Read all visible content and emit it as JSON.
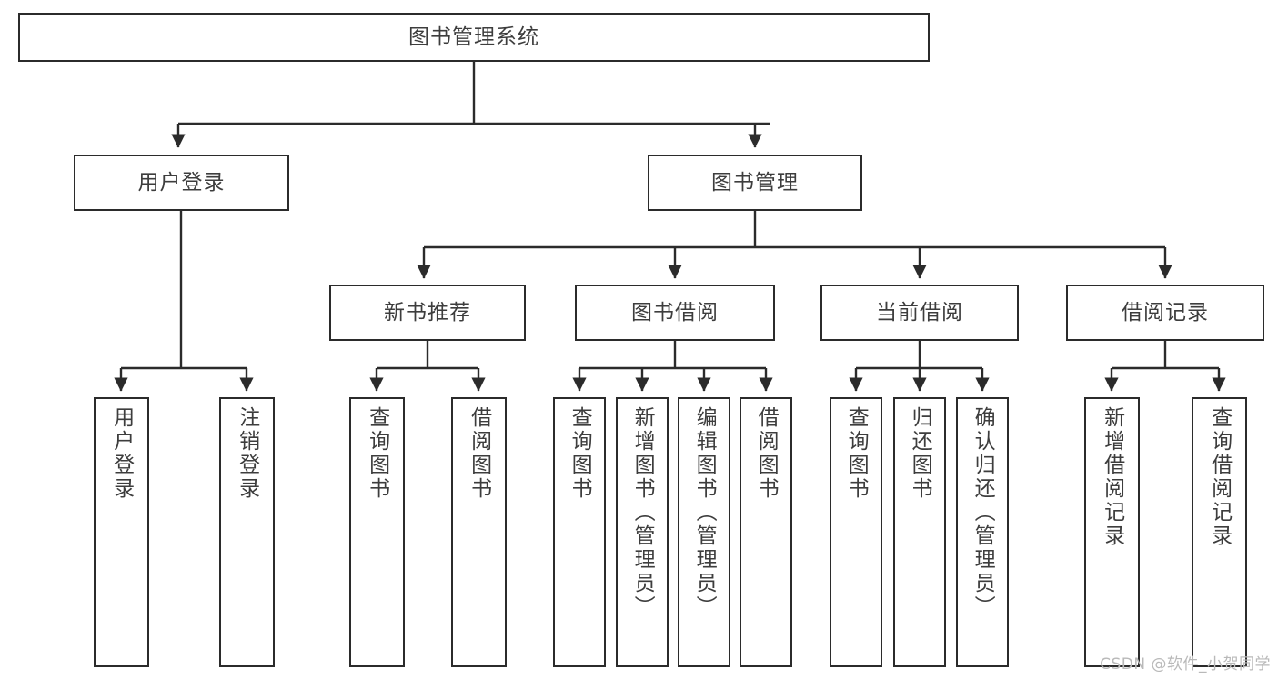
{
  "diagram": {
    "title": "图书管理系统",
    "type": "tree-hierarchy-diagram",
    "root": {
      "label": "图书管理系统"
    },
    "level2": [
      {
        "label": "用户登录"
      },
      {
        "label": "图书管理"
      }
    ],
    "level3": [
      {
        "label": "新书推荐"
      },
      {
        "label": "图书借阅"
      },
      {
        "label": "当前借阅"
      },
      {
        "label": "借阅记录"
      }
    ],
    "leaves": [
      {
        "label": "用户登录"
      },
      {
        "label": "注销登录"
      },
      {
        "label": "查询图书"
      },
      {
        "label": "借阅图书"
      },
      {
        "label": "查询图书"
      },
      {
        "label": "新增图书（管理员）"
      },
      {
        "label": "编辑图书（管理员）"
      },
      {
        "label": "借阅图书"
      },
      {
        "label": "查询图书"
      },
      {
        "label": "归还图书"
      },
      {
        "label": "确认归还（管理员）"
      },
      {
        "label": "新增借阅记录"
      },
      {
        "label": "查询借阅记录"
      }
    ]
  },
  "watermark": {
    "text": "CSDN @软件_小贺同学"
  },
  "colors": {
    "stroke": "#2b2b2b",
    "fill": "#ffffff",
    "text": "#3d3d3d",
    "watermark": "#b9b9b9"
  }
}
